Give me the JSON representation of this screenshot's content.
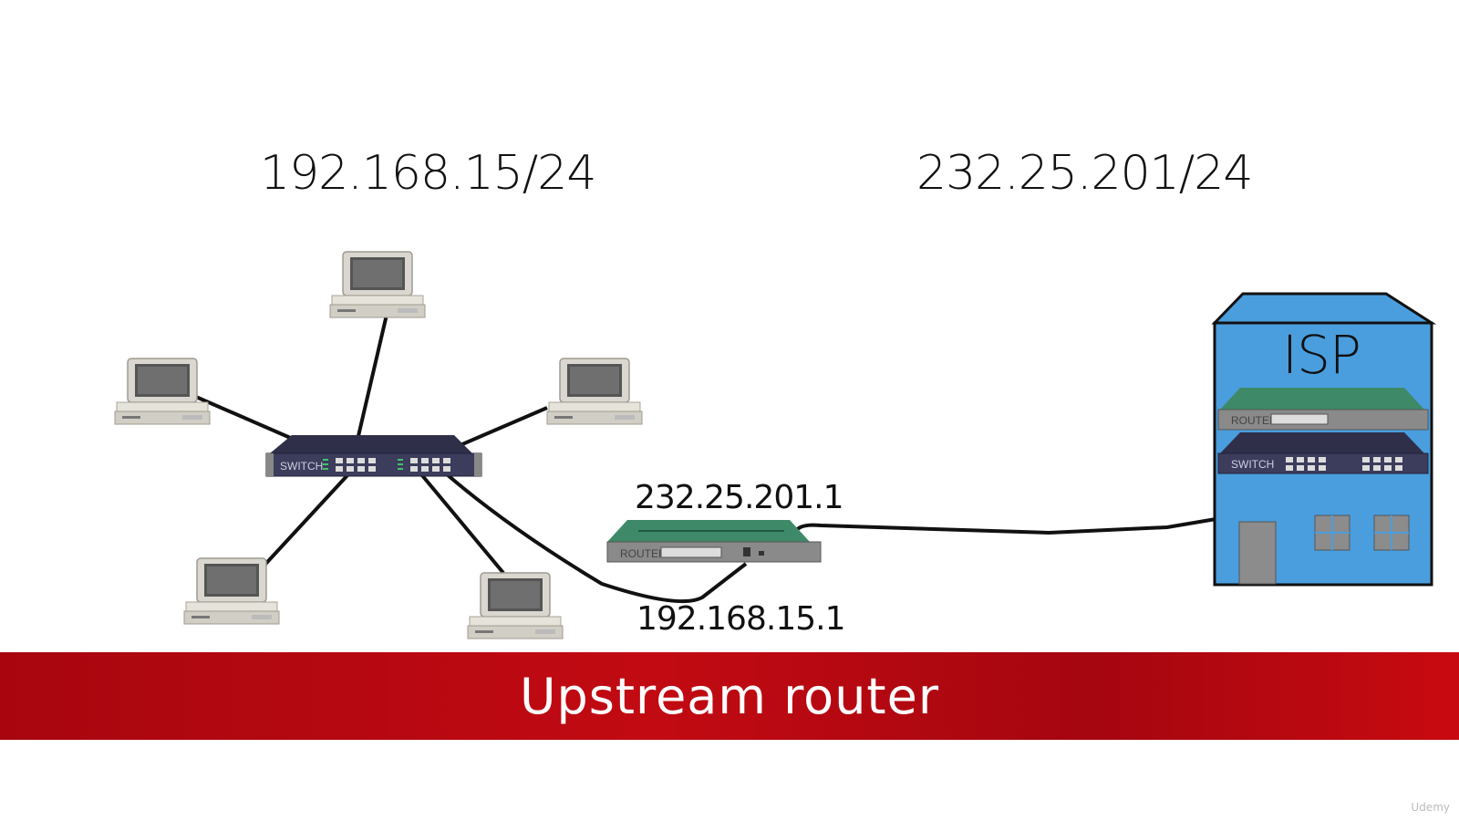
{
  "network_left": {
    "label": "192.168.15/24"
  },
  "network_right": {
    "label": "232.25.201/24"
  },
  "router": {
    "wan_ip": "232.25.201.1",
    "lan_ip": "192.168.15.1",
    "device_label": "ROUTER"
  },
  "switch": {
    "device_label": "SWITCH"
  },
  "isp": {
    "label": "ISP",
    "router_label": "ROUTER",
    "switch_label": "SWITCH"
  },
  "banner": {
    "text": "Upstream router",
    "color": "#b3070f"
  },
  "watermark": {
    "text": "Udemy"
  },
  "colors": {
    "switch_body": "#3c3c5c",
    "router_body": "#3e8a68",
    "isp_building": "#4a9ede",
    "cable": "#111111"
  }
}
